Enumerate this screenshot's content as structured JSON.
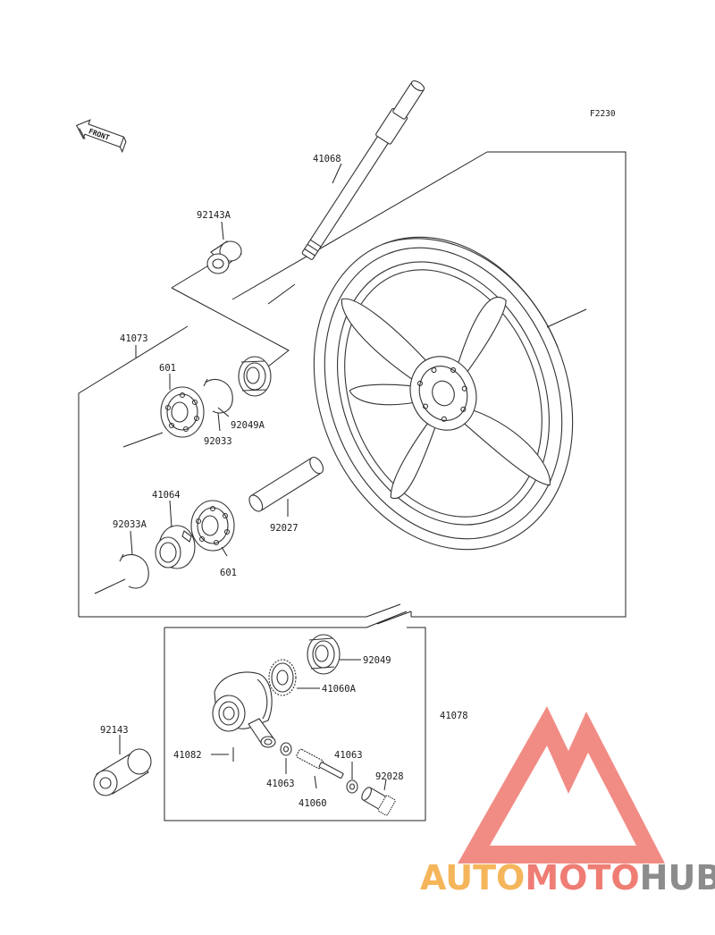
{
  "figure_code": "F2230",
  "front_label": "FRONT",
  "labels": {
    "p41068": "41068",
    "p92143A": "92143A",
    "p41073": "41073",
    "p601a": "601",
    "p92049A": "92049A",
    "p92033": "92033",
    "p41064": "41064",
    "p92033A": "92033A",
    "p92027": "92027",
    "p601b": "601",
    "p92049": "92049",
    "p41060A": "41060A",
    "p41078": "41078",
    "p92143": "92143",
    "p41082": "41082",
    "p41063a": "41063",
    "p41063b": "41063",
    "p92028": "92028",
    "p41060": "41060"
  },
  "watermark": {
    "part1": "AUTO",
    "part2": "MOTO",
    "part3": "HUB",
    "color_orange": "#f5b55a",
    "color_red": "#ef7d74",
    "color_gray": "#8c8c8c"
  }
}
